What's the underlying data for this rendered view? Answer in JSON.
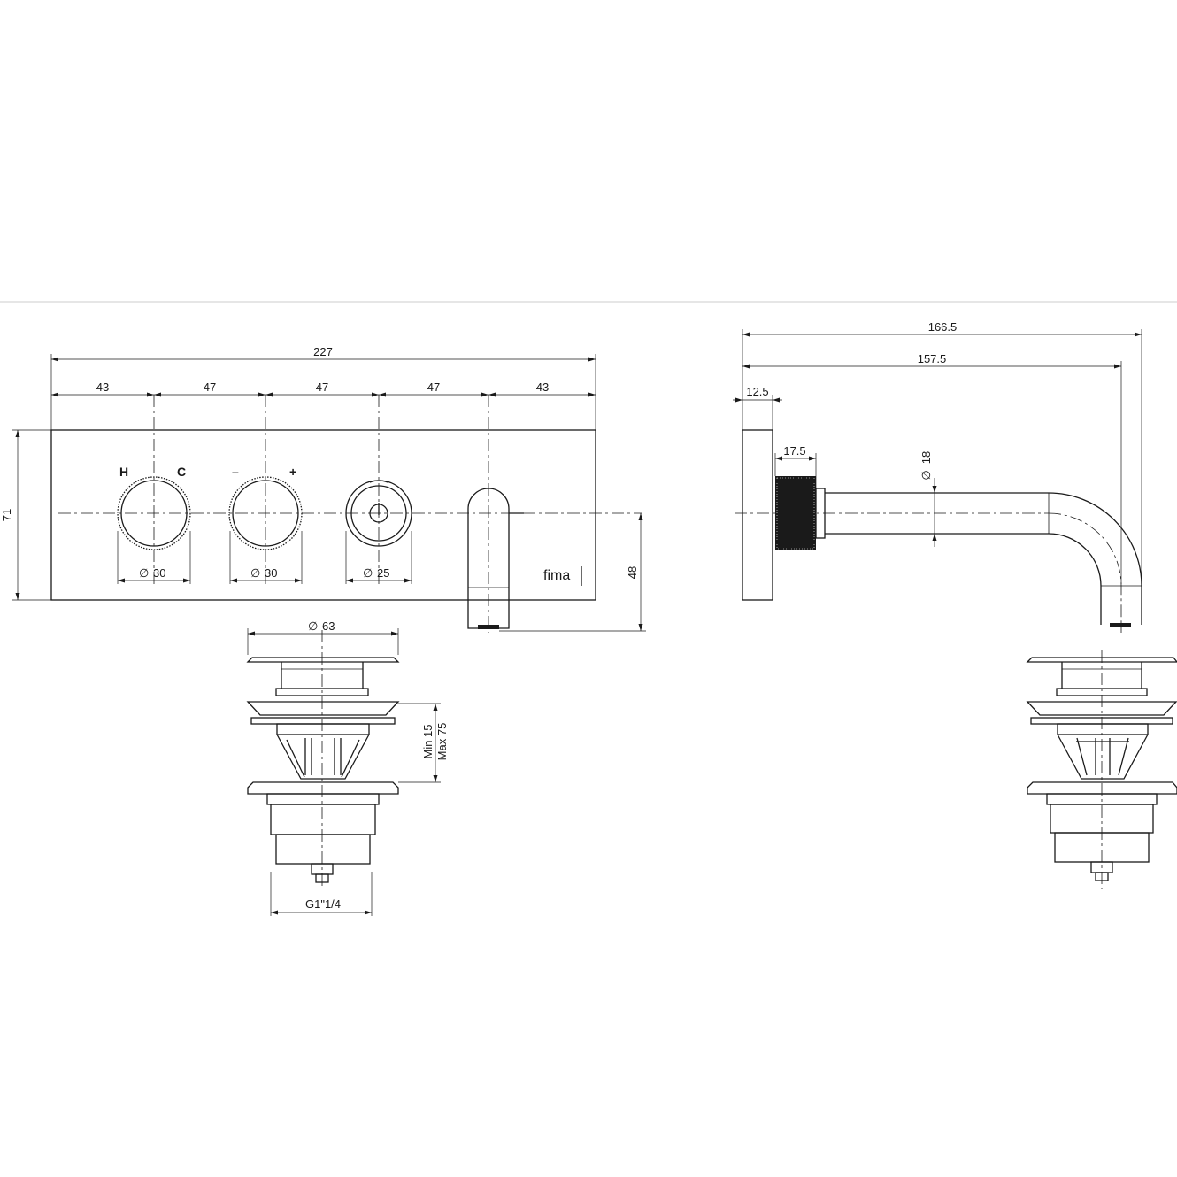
{
  "front_view": {
    "overall_width": "227",
    "spacing": [
      "43",
      "47",
      "47",
      "47",
      "43"
    ],
    "height": "71",
    "spout_drop": "48",
    "knob_hot_cold": {
      "label_hot": "H",
      "label_cold": "C",
      "diameter": "30"
    },
    "knob_flow": {
      "label_minus": "–",
      "label_plus": "+",
      "diameter": "30"
    },
    "diverter": {
      "diameter": "25"
    },
    "brand": "fima"
  },
  "side_view": {
    "total_projection": "166.5",
    "spout_reach": "157.5",
    "plate_thickness": "12.5",
    "ring_width": "17.5",
    "pipe_diameter": "18"
  },
  "waste_valve": {
    "cap_diameter": "63",
    "clamp_min": "Min 15",
    "clamp_max": "Max 75",
    "thread": "G1\"1/4"
  },
  "symbols": {
    "diameter": "∅"
  }
}
